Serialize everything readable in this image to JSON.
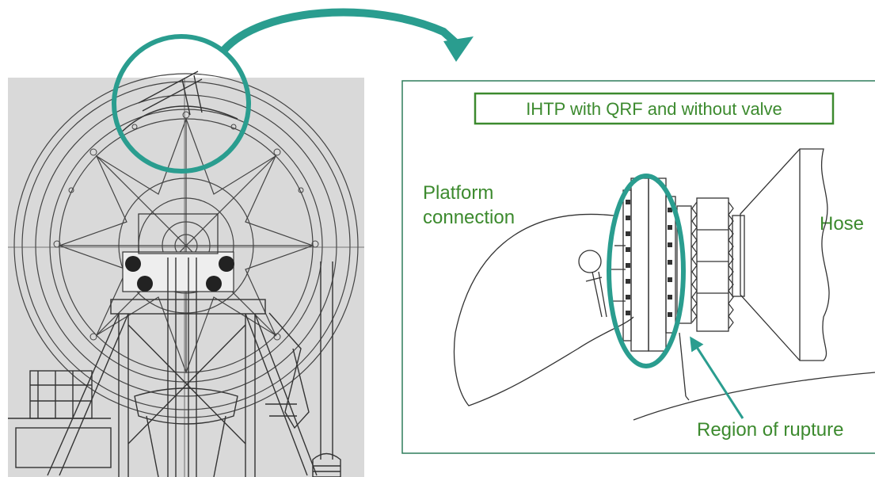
{
  "detail": {
    "title": "IHTP with QRF and without valve",
    "labels": {
      "platform_line1": "Platform",
      "platform_line2": "connection",
      "hose": "Hose",
      "rupture": "Region of rupture"
    }
  },
  "colors": {
    "accent": "#2a9d8f",
    "label_text": "#3c8a2e",
    "title_border": "#3c8a2e",
    "panel_border": "#2e7d5b",
    "drawing_bg": "#d9d9d9",
    "line": "#333333"
  }
}
